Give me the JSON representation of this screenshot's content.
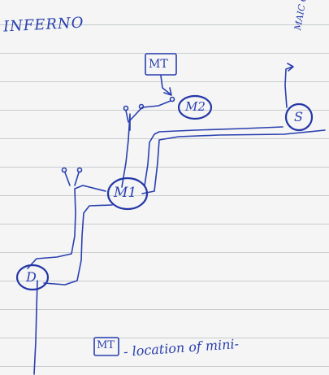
{
  "title": "INFERNO",
  "nodes": {
    "mt": "MT",
    "m2": "M2",
    "s": "S",
    "m1": "M1",
    "d": "D"
  },
  "arrow_note": "MAIC GUE",
  "legend": {
    "symbol": "MT",
    "description": "- location of mini-"
  },
  "ink_color": "#2a3fb0"
}
